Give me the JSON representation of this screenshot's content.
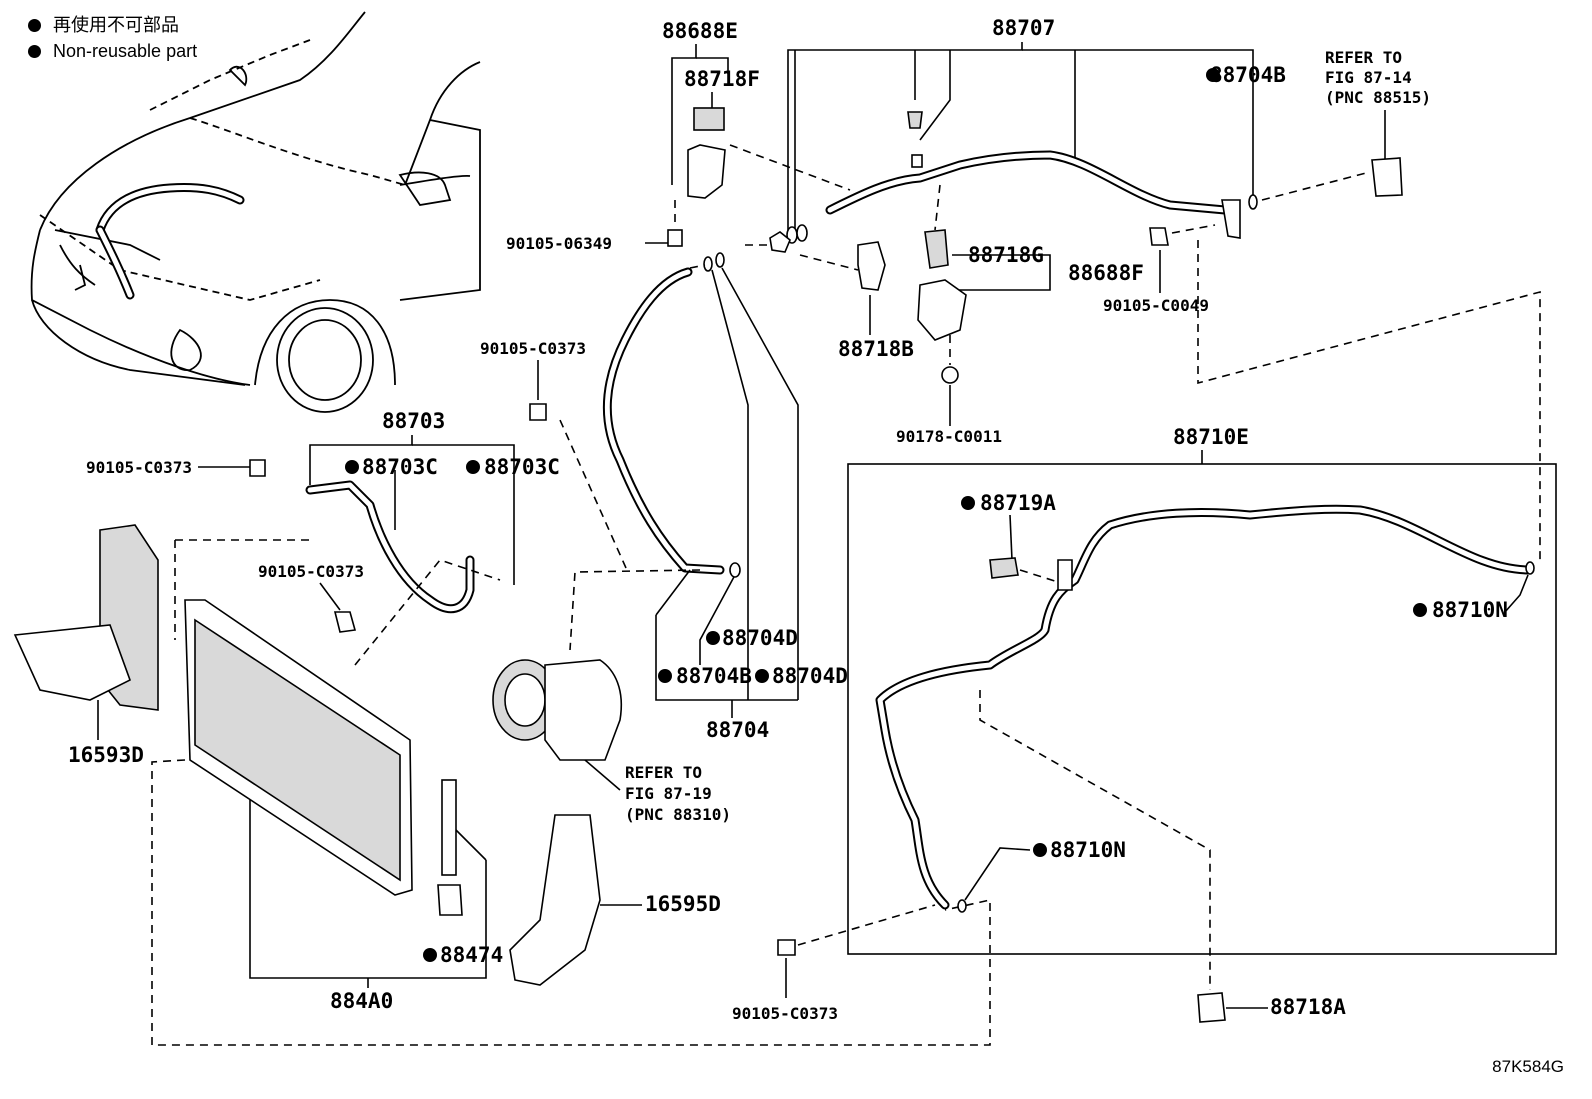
{
  "legend": {
    "item_cn": "再使用不可部品",
    "item_en": "Non-reusable part"
  },
  "labels": {
    "p88688E": "88688E",
    "p88718F": "88718F",
    "p88707": "88707",
    "p88704B_top": "88704B",
    "refer_top_1": "REFER TO",
    "refer_top_2": "FIG 87-14",
    "refer_top_3": "(PNC 88515)",
    "p90105_06349": "90105-06349",
    "p88718G": "88718G",
    "p88688F": "88688F",
    "p90105_C0049": "90105-C0049",
    "p88718B": "88718B",
    "p90105_C0373_a": "90105-C0373",
    "p90178_C0011": "90178-C0011",
    "p88703": "88703",
    "p90105_C0373_b": "90105-C0373",
    "p88703C_a": "88703C",
    "p88703C_b": "88703C",
    "p88710E": "88710E",
    "p88719A": "88719A",
    "p90105_C0373_c": "90105-C0373",
    "p88710N_a": "88710N",
    "p88704D_a": "88704D",
    "p88704B_b": "88704B",
    "p88704D_b": "88704D",
    "p88704": "88704",
    "p16593D": "16593D",
    "refer_mid_1": "REFER TO",
    "refer_mid_2": "FIG 87-19",
    "refer_mid_3": "(PNC 88310)",
    "p88710N_b": "88710N",
    "p16595D": "16595D",
    "p88474": "88474",
    "p884A0": "884A0",
    "p90105_C0373_d": "90105-C0373",
    "p88718A": "88718A"
  },
  "figure_code": "87K584G"
}
